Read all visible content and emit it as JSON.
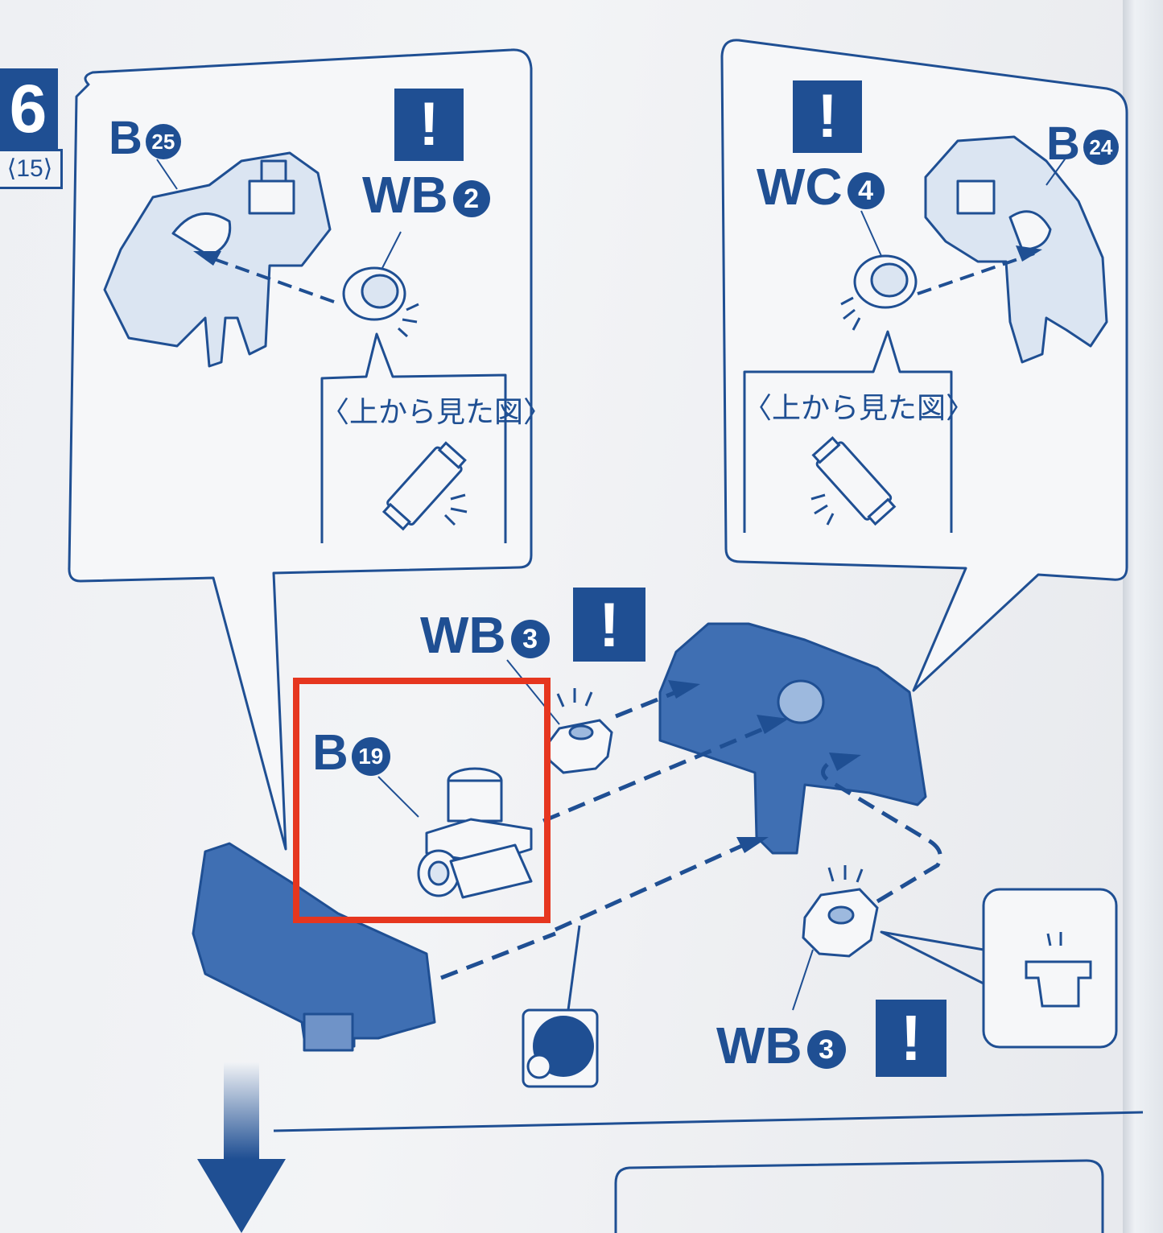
{
  "step": {
    "number": "6",
    "reference": "⟨15⟩"
  },
  "labels": {
    "b25": {
      "letter": "B",
      "num": "25"
    },
    "wb2": {
      "letters": "WB",
      "num": "2"
    },
    "wc4": {
      "letters": "WC",
      "num": "4"
    },
    "b24": {
      "letter": "B",
      "num": "24"
    },
    "wb3_top": {
      "letters": "WB",
      "num": "3"
    },
    "b19": {
      "letter": "B",
      "num": "19"
    },
    "wb3_bottom": {
      "letters": "WB",
      "num": "3"
    }
  },
  "top_view_caption": "〈上から見た図〉",
  "warning_mark": "!",
  "colors": {
    "ink": "#1f4f93",
    "highlight": "#e6361f",
    "paper": "#f1f3f6"
  },
  "icons": [
    "warning-icon",
    "arrow-down-icon",
    "sticker-circle-icon"
  ]
}
